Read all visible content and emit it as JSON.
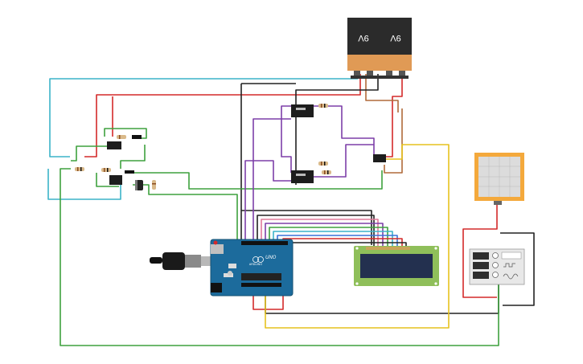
{
  "batteries": [
    {
      "label": "9V"
    },
    {
      "label": "9V"
    }
  ],
  "arduino": {
    "brand": "UNO",
    "model": "ARDUINO"
  },
  "colors": {
    "wire_red": "#d42a2a",
    "wire_black": "#222222",
    "wire_green": "#3ea13e",
    "wire_purple": "#7d3fa8",
    "wire_teal": "#3bb4c8",
    "wire_yellow": "#e6c21e",
    "wire_brown": "#b06a3a",
    "wire_pink": "#e07a9a",
    "wire_blue": "#3a72d8",
    "board_blue": "#1c6b9c",
    "battery_black": "#2b2b2b",
    "battery_orange": "#e09a55",
    "lcd_green": "#8fbf5a",
    "lcd_screen": "#23304f",
    "scope_orange": "#f4a93c",
    "scope_screen": "#dcdcdc"
  },
  "icons": {
    "usb_cable": "usb-cable-icon",
    "reset_button": "reset-button-icon"
  }
}
